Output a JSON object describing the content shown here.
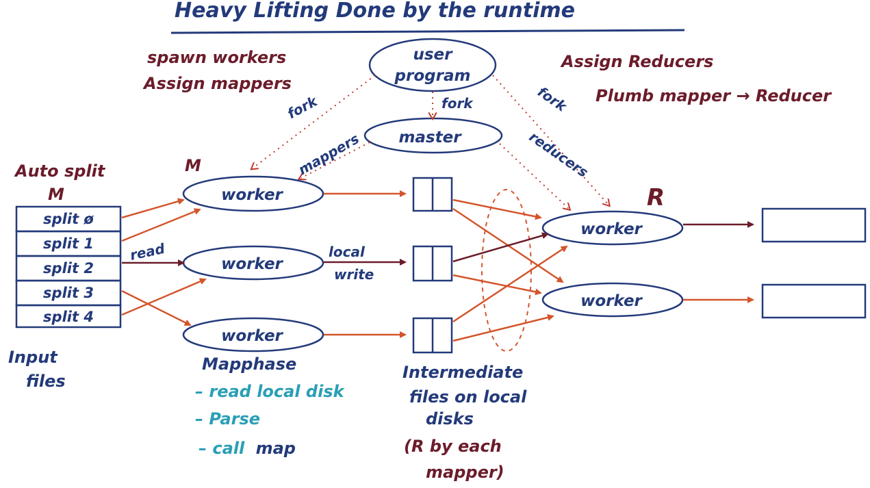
{
  "title": "Heavy Lifting Done by the runtime",
  "notes": {
    "spawn_workers": "spawn workers",
    "assign_mappers": "Assign mappers",
    "assign_reducers": "Assign Reducers",
    "plumb": "Plumb mapper → Reducer",
    "auto_split_1": "Auto split",
    "auto_split_2": "M",
    "input_files_1": "Input",
    "input_files_2": "files",
    "m_label": "M",
    "r_label": "R"
  },
  "nodes": {
    "user_program_1": "user",
    "user_program_2": "program",
    "master": "master",
    "map_worker_1": "worker",
    "map_worker_2": "worker",
    "map_worker_3": "worker",
    "reduce_worker_1": "worker",
    "reduce_worker_2": "worker"
  },
  "edge_labels": {
    "fork_left": "fork",
    "fork_mid": "fork",
    "fork_right": "fork",
    "mappers": "mappers",
    "reducers": "reducers",
    "read": "read",
    "local": "local",
    "write": "write"
  },
  "splits": [
    "split ø",
    "split 1",
    "split 2",
    "split 3",
    "split 4"
  ],
  "map_phase": {
    "title": "Mapphase",
    "step1": "– read local disk",
    "step2": "– Parse",
    "step3_prefix": "– call",
    "step3_suffix": "map"
  },
  "intermediate": {
    "line1": "Intermediate",
    "line2": "files on local",
    "line3": "disks",
    "line4": "(R by each",
    "line5": "mapper)"
  },
  "colors": {
    "maroon": "#6b1c2a",
    "navy": "#233a7a",
    "orange": "#d4552b",
    "teal": "#2a9fb5",
    "blue_ink": "#1c3a9a",
    "dotted_red": "#c0392b"
  }
}
